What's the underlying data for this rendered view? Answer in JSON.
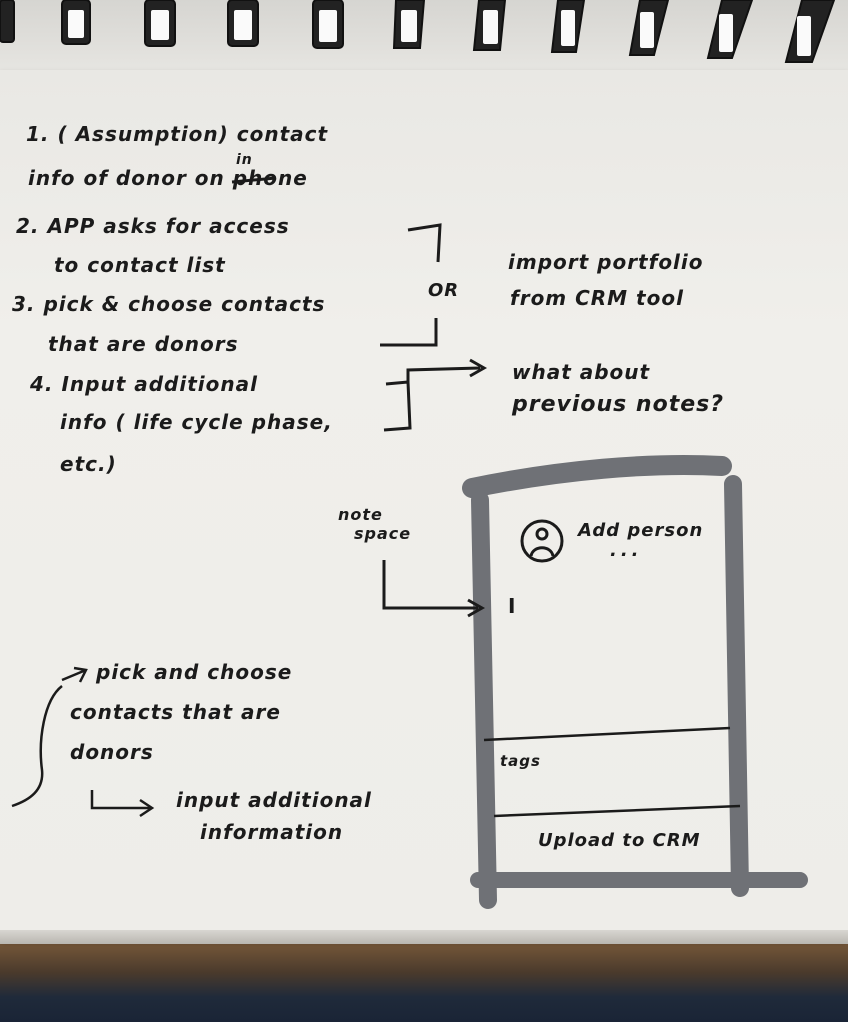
{
  "notes": {
    "step1_line1": "1. ( Assumption) contact",
    "step1_line2": "info of donor on phone",
    "step1_insert": "in",
    "step2_line1": "2. APP asks for access",
    "step2_line2": "to contact list",
    "step3_line1": "3. pick & choose contacts",
    "step3_line2": "that are donors",
    "or_label": "OR",
    "import_line1": "import portfolio",
    "import_line2": "from CRM tool",
    "step4_line1": "4. Input additional",
    "step4_line2": "info ( life cycle phase,",
    "step4_line3": "etc.)",
    "previous_line1": "what about",
    "previous_line2": "previous notes?"
  },
  "sketch": {
    "note_label_line1": "note",
    "note_label_line2": "space",
    "add_person_label": "Add person",
    "ellipsis": "...",
    "cursor": "I",
    "tags_label": "tags",
    "upload_label": "Upload to CRM"
  },
  "flow": {
    "line1": "pick and choose",
    "line2": "contacts that are",
    "line3": "donors",
    "line4": "input additional",
    "line5": "information"
  },
  "colors": {
    "ink": "#1b1b1b",
    "marker_gray": "#6f7176",
    "paper": "#eeede9"
  }
}
